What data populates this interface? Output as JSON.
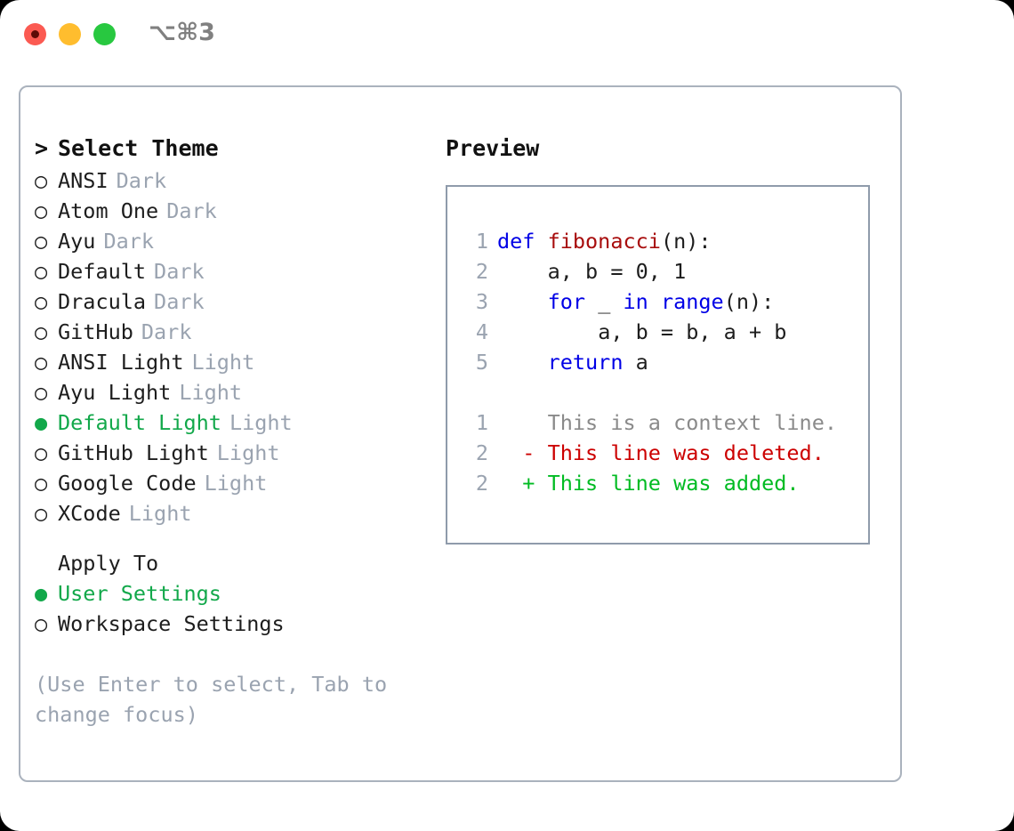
{
  "titlebar": {
    "shortcut": "⌥⌘3",
    "buttons": [
      {
        "name": "close",
        "color": "#fb5a52"
      },
      {
        "name": "minimize",
        "color": "#ffbd2e"
      },
      {
        "name": "maximize",
        "color": "#28c840"
      }
    ]
  },
  "colors": {
    "selected_green": "#12a84a",
    "muted_gray": "#9aa3b0",
    "keyword_blue": "#0000e6",
    "function_red": "#a80d0d",
    "diff_delete_red": "#cc0000",
    "diff_add_green": "#00bb22",
    "panel_border": "#aab2bd",
    "preview_border": "#8f9bab",
    "text": "#1d1d1d"
  },
  "theme_list": {
    "header": {
      "marker": ">",
      "label": "Select Theme"
    },
    "items": [
      {
        "marker": "○",
        "label": "ANSI",
        "tag": "Dark",
        "selected": false
      },
      {
        "marker": "○",
        "label": "Atom One",
        "tag": "Dark",
        "selected": false
      },
      {
        "marker": "○",
        "label": "Ayu",
        "tag": "Dark",
        "selected": false
      },
      {
        "marker": "○",
        "label": "Default",
        "tag": "Dark",
        "selected": false
      },
      {
        "marker": "○",
        "label": "Dracula",
        "tag": "Dark",
        "selected": false
      },
      {
        "marker": "○",
        "label": "GitHub",
        "tag": "Dark",
        "selected": false
      },
      {
        "marker": "○",
        "label": "ANSI Light",
        "tag": "Light",
        "selected": false
      },
      {
        "marker": "○",
        "label": "Ayu Light",
        "tag": "Light",
        "selected": false
      },
      {
        "marker": "●",
        "label": "Default Light",
        "tag": "Light",
        "selected": true
      },
      {
        "marker": "○",
        "label": "GitHub Light",
        "tag": "Light",
        "selected": false
      },
      {
        "marker": "○",
        "label": "Google Code",
        "tag": "Light",
        "selected": false
      },
      {
        "marker": "○",
        "label": "XCode",
        "tag": "Light",
        "selected": false
      }
    ]
  },
  "apply_to": {
    "header": "Apply To",
    "items": [
      {
        "marker": "●",
        "label": "User Settings",
        "selected": true
      },
      {
        "marker": "○",
        "label": "Workspace Settings",
        "selected": false
      }
    ]
  },
  "hint": "(Use Enter to select, Tab to change focus)",
  "preview": {
    "title": "Preview",
    "code_lines": [
      {
        "num": "1",
        "indent": "",
        "tokens": [
          {
            "t": "def ",
            "k": "kw"
          },
          {
            "t": "fibonacci",
            "k": "fn"
          },
          {
            "t": "(n):",
            "k": "plain"
          }
        ]
      },
      {
        "num": "2",
        "indent": "    ",
        "tokens": [
          {
            "t": "a, b = 0, 1",
            "k": "plain"
          }
        ]
      },
      {
        "num": "3",
        "indent": "    ",
        "tokens": [
          {
            "t": "for ",
            "k": "kw"
          },
          {
            "t": "_ ",
            "k": "plain"
          },
          {
            "t": "in ",
            "k": "kw"
          },
          {
            "t": "range",
            "k": "kw"
          },
          {
            "t": "(n):",
            "k": "plain"
          }
        ]
      },
      {
        "num": "4",
        "indent": "        ",
        "tokens": [
          {
            "t": "a, b = b, a + b",
            "k": "plain"
          }
        ]
      },
      {
        "num": "5",
        "indent": "    ",
        "tokens": [
          {
            "t": "return ",
            "k": "kw"
          },
          {
            "t": "a",
            "k": "plain"
          }
        ]
      }
    ],
    "diff_lines": [
      {
        "num": "1",
        "sign": "  ",
        "text": "This is a context line.",
        "kind": "ctx"
      },
      {
        "num": "2",
        "sign": "- ",
        "text": "This line was deleted.",
        "kind": "del"
      },
      {
        "num": "2",
        "sign": "+ ",
        "text": "This line was added.",
        "kind": "add"
      }
    ]
  }
}
